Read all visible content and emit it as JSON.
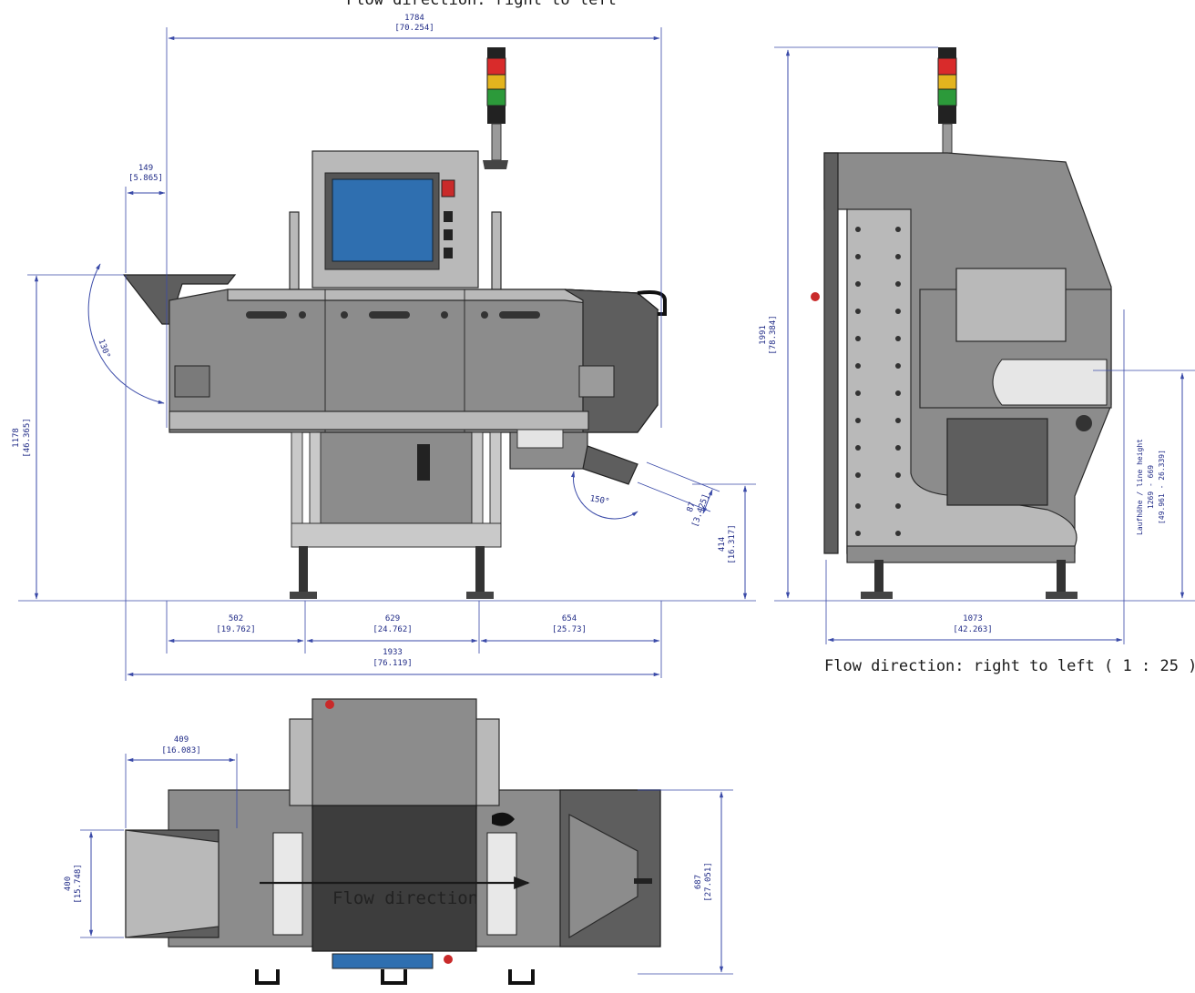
{
  "title": "Flow direction: right to left",
  "side_caption": "Flow direction: right to left ( 1 : 25 )",
  "top_view_label": "Flow direction",
  "line_height_label": "Laufhöhe / line height",
  "line_height_mm": "1269 - 669",
  "line_height_in": "[49.961 - 26.339]",
  "dimensions": {
    "top_width": {
      "mm": "1784",
      "in": "[70.254]"
    },
    "infeed_offset": {
      "mm": "149",
      "in": "[5.865]"
    },
    "height_front": {
      "mm": "1178",
      "in": "[46.365]"
    },
    "angle_infeed": "130°",
    "angle_outfeed": "150°",
    "outfeed_87": {
      "mm": "87",
      "in": "[3.425]"
    },
    "outfeed_414": {
      "mm": "414",
      "in": "[16.317]"
    },
    "span_502": {
      "mm": "502",
      "in": "[19.762]"
    },
    "span_629": {
      "mm": "629",
      "in": "[24.762]"
    },
    "span_654": {
      "mm": "654",
      "in": "[25.73]"
    },
    "overall_1933": {
      "mm": "1933",
      "in": "[76.119]"
    },
    "height_side": {
      "mm": "1991",
      "in": "[78.384]"
    },
    "depth_side": {
      "mm": "1073",
      "in": "[42.263]"
    },
    "plan_409": {
      "mm": "409",
      "in": "[16.083]"
    },
    "plan_400": {
      "mm": "400",
      "in": "[15.748]"
    },
    "plan_687": {
      "mm": "687",
      "in": "[27.051]"
    }
  },
  "colors": {
    "dimension_blue": "#3a4aa8",
    "screen_blue": "#2f6fb0",
    "lamp_red": "#d92b2b",
    "lamp_yellow": "#e3b41e",
    "lamp_green": "#2c9a3a"
  }
}
